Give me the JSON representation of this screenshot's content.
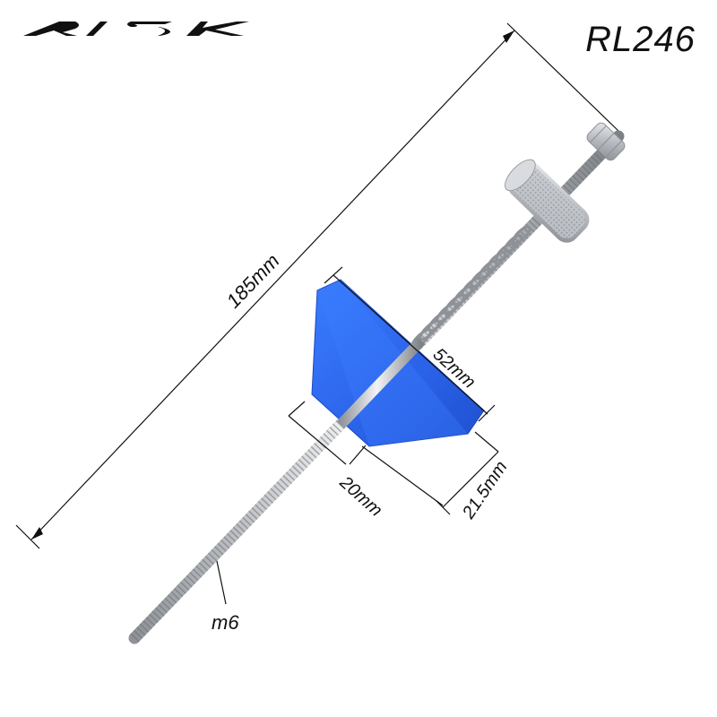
{
  "brand": {
    "logo_text": "RISK",
    "logo_icon": "risk-logo"
  },
  "model": "RL246",
  "dimensions": {
    "overall_length": "185mm",
    "cone_diameter": "52mm",
    "cone_height": "21.5mm",
    "cone_bottom": "20mm",
    "thread": "m6"
  },
  "colors": {
    "cone": "#2f6ff2",
    "metal": "#b9bcc1",
    "ink": "#111111"
  }
}
